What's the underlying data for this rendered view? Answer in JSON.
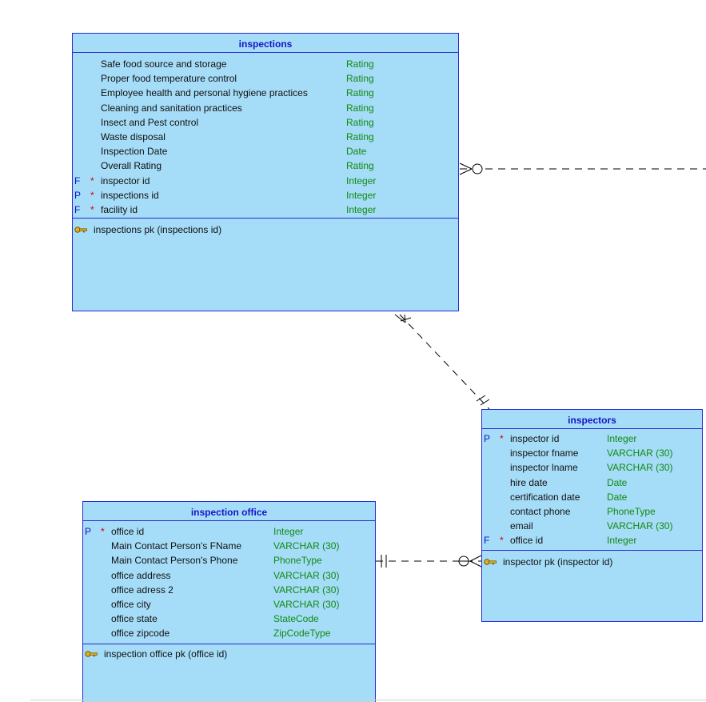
{
  "entities": {
    "inspections": {
      "title": "inspections",
      "attributes": [
        {
          "key": "",
          "required": "",
          "name": "Safe food source and storage",
          "type": "Rating"
        },
        {
          "key": "",
          "required": "",
          "name": "Proper food temperature control",
          "type": "Rating"
        },
        {
          "key": "",
          "required": "",
          "name": "Employee health and personal hygiene practices",
          "type": "Rating"
        },
        {
          "key": "",
          "required": "",
          "name": "Cleaning and sanitation practices",
          "type": "Rating"
        },
        {
          "key": "",
          "required": "",
          "name": "Insect and Pest control",
          "type": "Rating"
        },
        {
          "key": "",
          "required": "",
          "name": "Waste disposal",
          "type": "Rating"
        },
        {
          "key": "",
          "required": "",
          "name": "Inspection Date",
          "type": "Date"
        },
        {
          "key": "",
          "required": "",
          "name": "Overall Rating",
          "type": "Rating"
        },
        {
          "key": "F",
          "required": "*",
          "name": "inspector id",
          "type": "Integer"
        },
        {
          "key": "P",
          "required": "*",
          "name": "inspections id",
          "type": "Integer"
        },
        {
          "key": "F",
          "required": "*",
          "name": "facility id",
          "type": "Integer"
        }
      ],
      "pk": "inspections pk (inspections id)"
    },
    "inspectors": {
      "title": "inspectors",
      "attributes": [
        {
          "key": "P",
          "required": "*",
          "name": "inspector id",
          "type": "Integer"
        },
        {
          "key": "",
          "required": "",
          "name": "inspector fname",
          "type": "VARCHAR (30)"
        },
        {
          "key": "",
          "required": "",
          "name": "inspector lname",
          "type": "VARCHAR (30)"
        },
        {
          "key": "",
          "required": "",
          "name": "hire date",
          "type": "Date"
        },
        {
          "key": "",
          "required": "",
          "name": "certification date",
          "type": "Date"
        },
        {
          "key": "",
          "required": "",
          "name": "contact phone",
          "type": "PhoneType"
        },
        {
          "key": "",
          "required": "",
          "name": "email",
          "type": "VARCHAR (30)"
        },
        {
          "key": "F",
          "required": "*",
          "name": "office id",
          "type": "Integer"
        }
      ],
      "pk": "inspector pk (inspector id)"
    },
    "inspection_office": {
      "title": "inspection office",
      "attributes": [
        {
          "key": "P",
          "required": "*",
          "name": "office id",
          "type": "Integer"
        },
        {
          "key": "",
          "required": "",
          "name": "Main Contact Person's FName",
          "type": "VARCHAR (30)"
        },
        {
          "key": "",
          "required": "",
          "name": "Main Contact Person's Phone",
          "type": "PhoneType"
        },
        {
          "key": "",
          "required": "",
          "name": "office address",
          "type": "VARCHAR (30)"
        },
        {
          "key": "",
          "required": "",
          "name": "office adress 2",
          "type": "VARCHAR (30)"
        },
        {
          "key": "",
          "required": "",
          "name": "office city",
          "type": "VARCHAR (30)"
        },
        {
          "key": "",
          "required": "",
          "name": "office state",
          "type": "StateCode"
        },
        {
          "key": "",
          "required": "",
          "name": "office zipcode",
          "type": "ZipCodeType"
        }
      ],
      "pk": "inspection office pk (office id)"
    }
  },
  "relationships": [
    {
      "from": "inspectors",
      "to": "inspections",
      "from_end": "exactly-one",
      "to_end": "one-or-many",
      "style": "dashed"
    },
    {
      "from": "inspection_office",
      "to": "inspectors",
      "from_end": "exactly-one",
      "to_end": "zero-or-many",
      "style": "dashed"
    },
    {
      "from": "inspections",
      "to": "off-canvas entity",
      "from_end": "zero-or-many",
      "style": "dashed"
    }
  ],
  "colors": {
    "entity_fill": "#a5dcf7",
    "entity_border": "#2b2bd1",
    "title_text": "#1414c8",
    "key_marker": "#1414c8",
    "required_marker": "#d00000",
    "type_text": "#128a12"
  },
  "icons": {
    "primary_key": "key-icon"
  }
}
